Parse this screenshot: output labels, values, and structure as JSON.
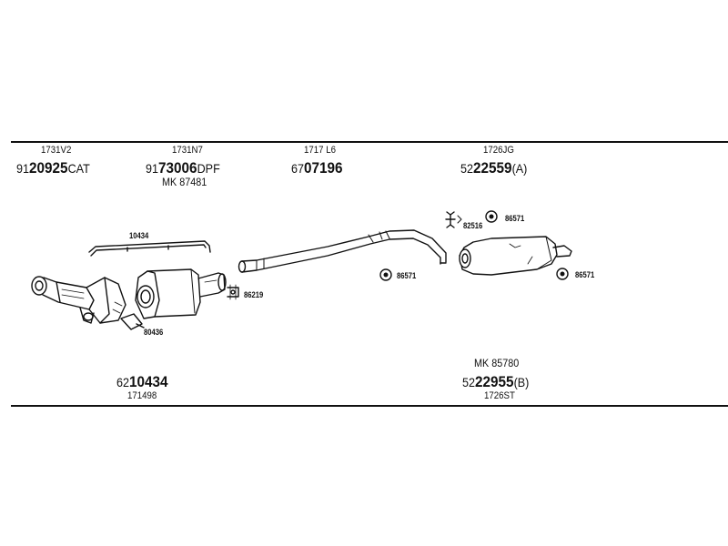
{
  "groups": [
    {
      "code": "1731V2",
      "prefix": "91",
      "number": "20925",
      "suffix": "CAT"
    },
    {
      "code": "1731N7",
      "prefix": "91",
      "number": "73006",
      "suffix": "DPF",
      "mk": "MK  87481"
    },
    {
      "code": "1717 L6",
      "prefix": "67",
      "number": "07196",
      "suffix": ""
    },
    {
      "code": "1726JG",
      "prefix": "52",
      "number": "22559",
      "suffix": "(A)"
    }
  ],
  "bottom_groups": [
    {
      "prefix": "62",
      "number": "10434",
      "suffix": "",
      "code": "171498"
    },
    {
      "mk": "MK  85780",
      "prefix": "52",
      "number": "22955",
      "suffix": "(B)",
      "code": "1726ST"
    }
  ],
  "callouts": {
    "heat_shield": "10434",
    "gasket_80436": "80436",
    "clamp_86219": "86219",
    "rubber_mid": "86571",
    "bracket_82516": "82516",
    "rubber_top": "86571",
    "rubber_right": "86571"
  }
}
